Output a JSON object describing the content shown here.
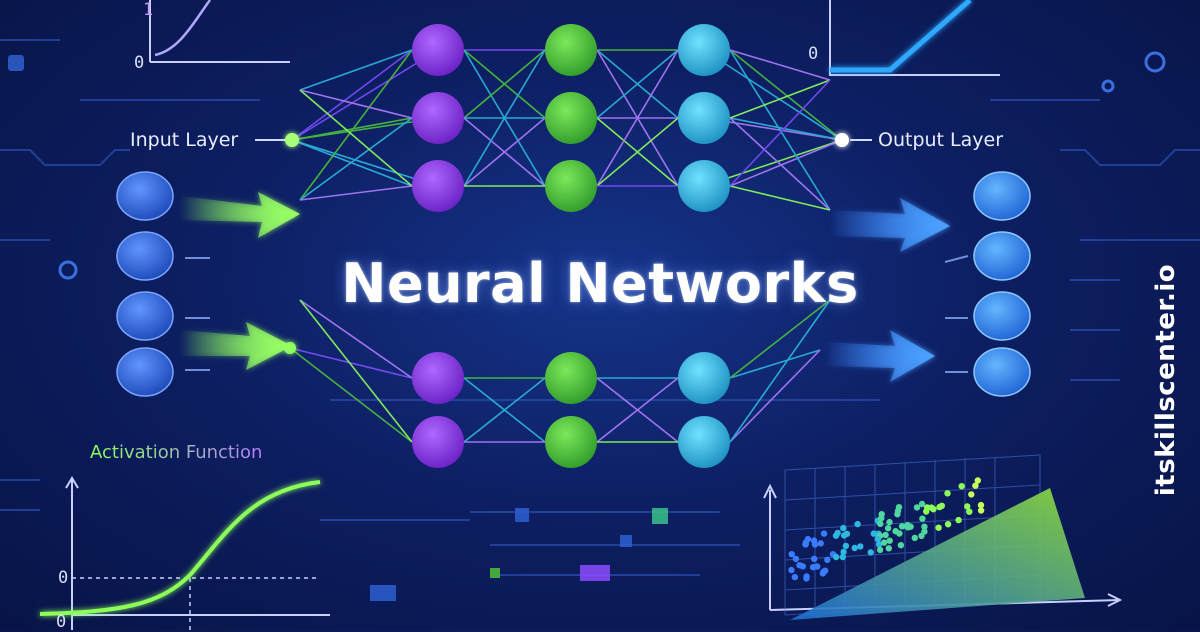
{
  "title": "Neural Networks",
  "input_layer_label": "Input Layer",
  "output_layer_label": "Output Layer",
  "activation_label": "Activation Function",
  "brand": "itskillscenter.io",
  "ticks": {
    "top_left_one": "1",
    "top_left_zero": "0",
    "top_right_zero": "0",
    "bottom_left_zero": "0",
    "bottom_left_zero_2": "0"
  },
  "colors": {
    "background": "#0d1f63",
    "input_nodes": "#2a5fd8",
    "hidden_purple": "#8a35e0",
    "hidden_green": "#4cc23a",
    "hidden_cyan": "#2cb8e0",
    "output_nodes": "#2f7fe6",
    "arrow_green": "#8cff5a",
    "arrow_blue": "#3a86ff"
  }
}
